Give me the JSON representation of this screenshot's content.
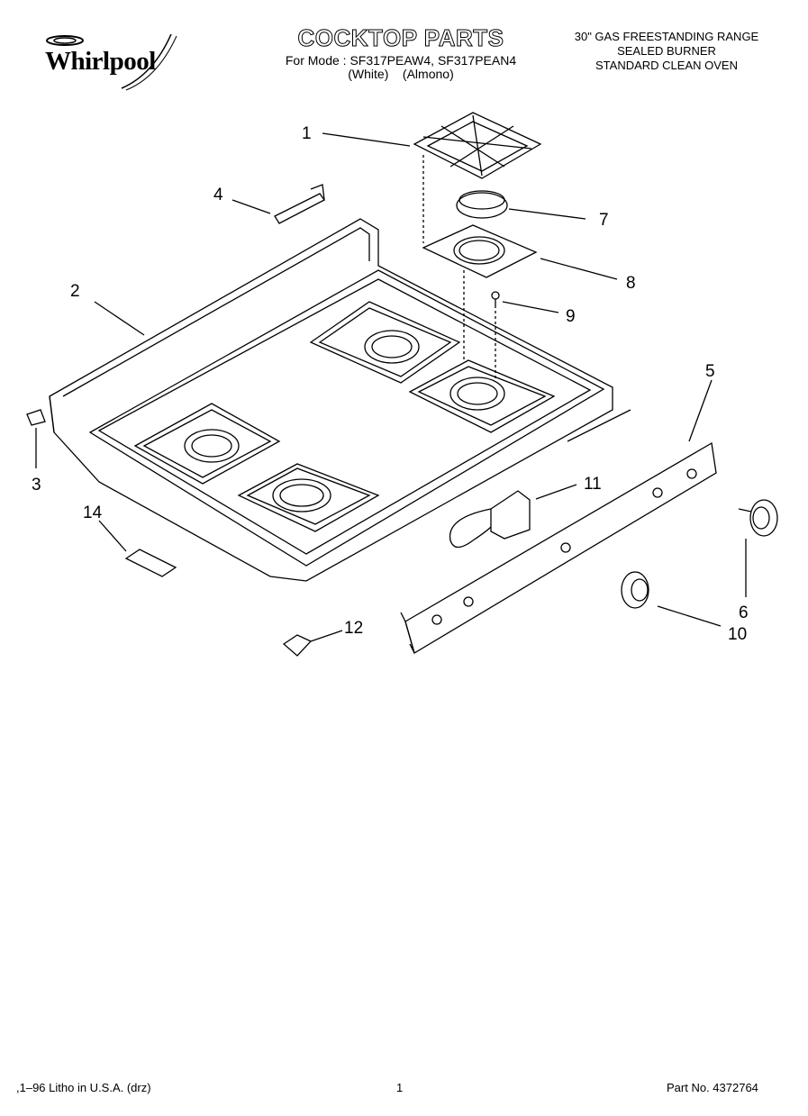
{
  "header": {
    "brand": "Whirlpool",
    "title": "COCKTOP PARTS",
    "model_line1": "For Mode : SF317PEAW4, SF317PEAN4",
    "model_line2": "(White)    (Almono)",
    "right_line1": "30\" GAS FREESTANDING RANGE",
    "right_line2": "SEALED BURNER",
    "right_line3": "STANDARD CLEAN OVEN"
  },
  "callouts": [
    "1",
    "2",
    "3",
    "4",
    "5",
    "6",
    "7",
    "8",
    "9",
    "10",
    "11",
    "12",
    "14"
  ],
  "footer": {
    "left": ",1–96 Litho in U.S.A. (drz)",
    "page": "1",
    "part_no": "Part No. 4372764"
  }
}
